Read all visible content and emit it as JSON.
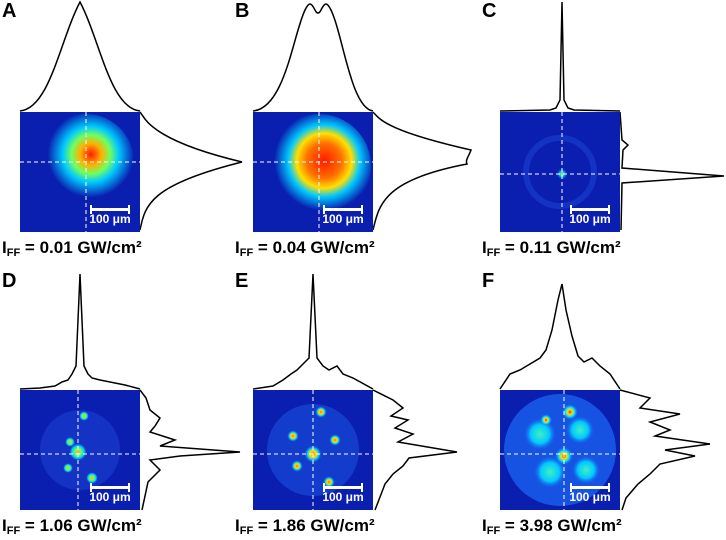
{
  "panels": [
    {
      "letter": "A",
      "symbol": "I",
      "sub": "FF",
      "value": "= 0.01 GW/cm²",
      "scale": "100 μm",
      "spot": "broad"
    },
    {
      "letter": "B",
      "symbol": "I",
      "sub": "FF",
      "value": "= 0.04 GW/cm²",
      "scale": "100 μm",
      "spot": "broad"
    },
    {
      "letter": "C",
      "symbol": "I",
      "sub": "FF",
      "value": "= 0.11 GW/cm²",
      "scale": "100 μm",
      "spot": "point"
    },
    {
      "letter": "D",
      "symbol": "I",
      "sub": "FF",
      "value": "= 1.06 GW/cm²",
      "scale": "100 μm",
      "spot": "speckle"
    },
    {
      "letter": "E",
      "symbol": "I",
      "sub": "FF",
      "value": "= 1.86 GW/cm²",
      "scale": "100 μm",
      "spot": "speckle"
    },
    {
      "letter": "F",
      "symbol": "I",
      "sub": "FF",
      "value": "= 3.98 GW/cm²",
      "scale": "100 μm",
      "spot": "speckle-strong"
    }
  ],
  "colors": {
    "colormap_low": "#0a1fb0",
    "colormap_mid": "#00c8ff",
    "colormap_high": "#ff1a00",
    "guide": "#ffffff",
    "profile": "#000000"
  }
}
